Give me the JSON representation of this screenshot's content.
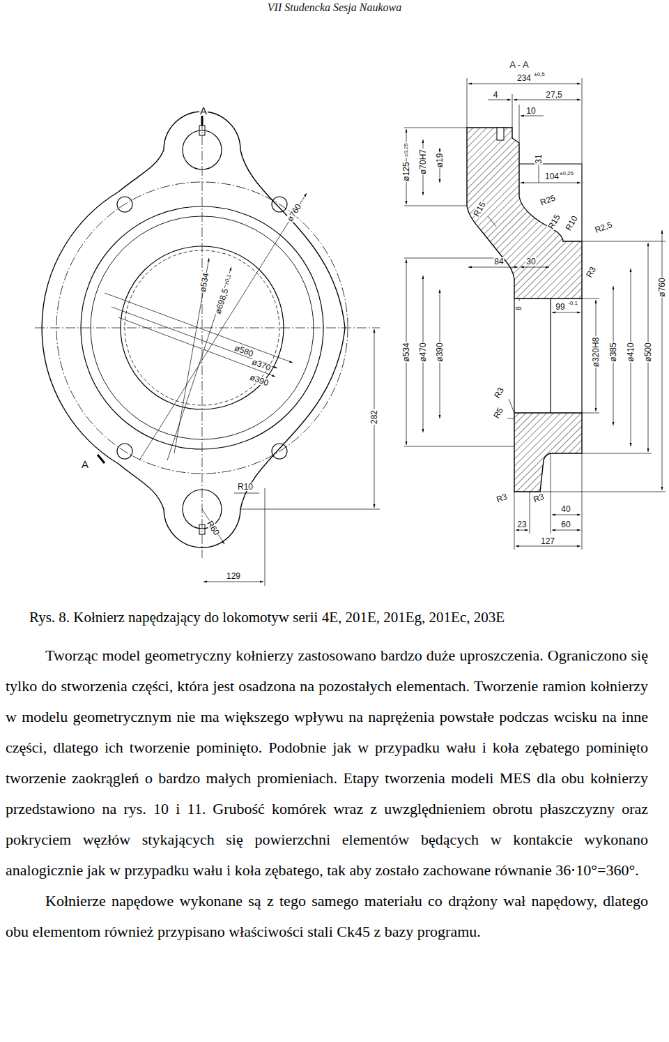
{
  "diagram": {
    "caption": "Rys. 8. Kołnierz napędzający do lokomotyw serii 4E, 201E, 201Eg, 201Ec, 203E",
    "labels": [
      "VII Studencka Sesja Naukowa",
      "A - A",
      "234",
      "±0,5",
      "4",
      "27,5",
      "10",
      "ø125",
      "±0,25",
      "ø70H7",
      "ø19",
      "31",
      "104",
      "±0,25",
      "R15",
      "R25",
      "R15",
      "R10",
      "R2,5",
      "84",
      "30",
      "R3",
      "8",
      "99",
      "-0,1",
      "ø760",
      "ø534",
      "ø470",
      "ø390",
      "ø320H8",
      "ø385",
      "ø410",
      "ø500",
      "R3",
      "R5",
      "R3",
      "R3",
      "40",
      "23",
      "60",
      "127",
      "A",
      "A",
      "ø760",
      "ø534",
      "ø698,5",
      "±0,1",
      "ø580",
      "ø370",
      "ø390",
      "282",
      "R10",
      "R60",
      "129",
      "Tworząc model geometryczny kołnierzy zastosowano bardzo duże uproszczenia. Ograniczono się tylko do stworzenia części, która jest osadzona na pozostałych elementach. Tworzenie ramion kołnierzy w modelu geometrycznym nie ma większego wpływu na naprężenia powstałe podczas wcisku na inne części, dlatego ich tworzenie pominięto. Podobnie jak w przypadku wału i koła zębatego pominięto tworzenie zaokrągleń o bardzo małych promieniach. Etapy tworzenia modeli MES dla obu kołnierzy przedstawiono na rys. 10 i 11. Grubość komórek wraz z uwzględnieniem obrotu płaszczyzny oraz pokryciem węzłów stykających się powierzchni elementów będących w kontakcie wykonano analogicznie jak w przypadku wału i koła zębatego, tak aby zostało zachowane równanie 36⋅10°=360°.",
      "Kołnierze napędowe wykonane są z tego samego materiału co drążony wał napędowy, dlatego obu elementom również przypisano właściwości stali Ck45 z bazy programu."
    ]
  }
}
